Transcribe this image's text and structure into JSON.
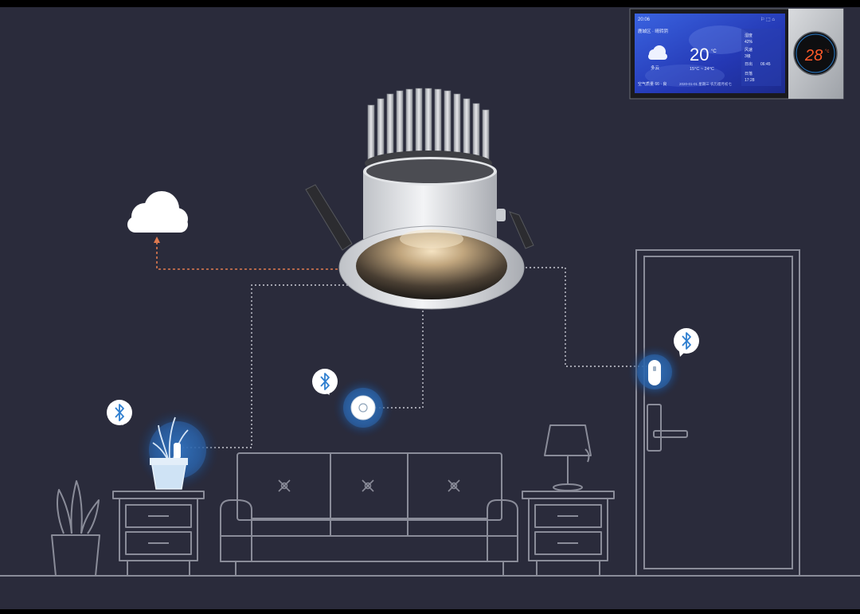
{
  "colors": {
    "background": "#2a2b3b",
    "line_art": "#8a8c99",
    "dotted_line": "#c9cbd4",
    "cloud_link": "#e07a4f",
    "sensor_glow": "#2f6fb5",
    "bluetooth_blue": "#2f7fd0",
    "panel_screen": "#2f47c8",
    "thermostat_digits": "#ff5a2a"
  },
  "wall_panel": {
    "time": "20:06",
    "location": "鹿城区 · 晴转阴",
    "temperature": "20",
    "temperature_unit": "°C",
    "temp_range": "15°C ~ 24°C",
    "condition": "多云",
    "bottom_left": "空气质量 66 · 良",
    "bottom_center": "2020-01-01 星期三 农历腊月初七",
    "side_info": [
      {
        "label": "湿度",
        "value": "42%"
      },
      {
        "label": "风速",
        "value": "3级"
      },
      {
        "label": "日出",
        "value": "06:45"
      },
      {
        "label": "日落",
        "value": "17:28"
      }
    ],
    "thermostat_reading": "28",
    "thermostat_unit": "°c"
  },
  "devices": [
    {
      "name": "spotlight",
      "role": "bluetooth-mesh-gateway"
    },
    {
      "name": "cloud",
      "role": "cloud"
    },
    {
      "name": "plant-sensor",
      "connection": "bluetooth"
    },
    {
      "name": "wireless-switch",
      "connection": "bluetooth"
    },
    {
      "name": "door-sensor",
      "connection": "bluetooth"
    }
  ],
  "icons": [
    "cloud-icon",
    "bluetooth-icon",
    "spotlight-icon",
    "sofa-icon",
    "lamp-icon",
    "door-icon",
    "plant-icon"
  ]
}
